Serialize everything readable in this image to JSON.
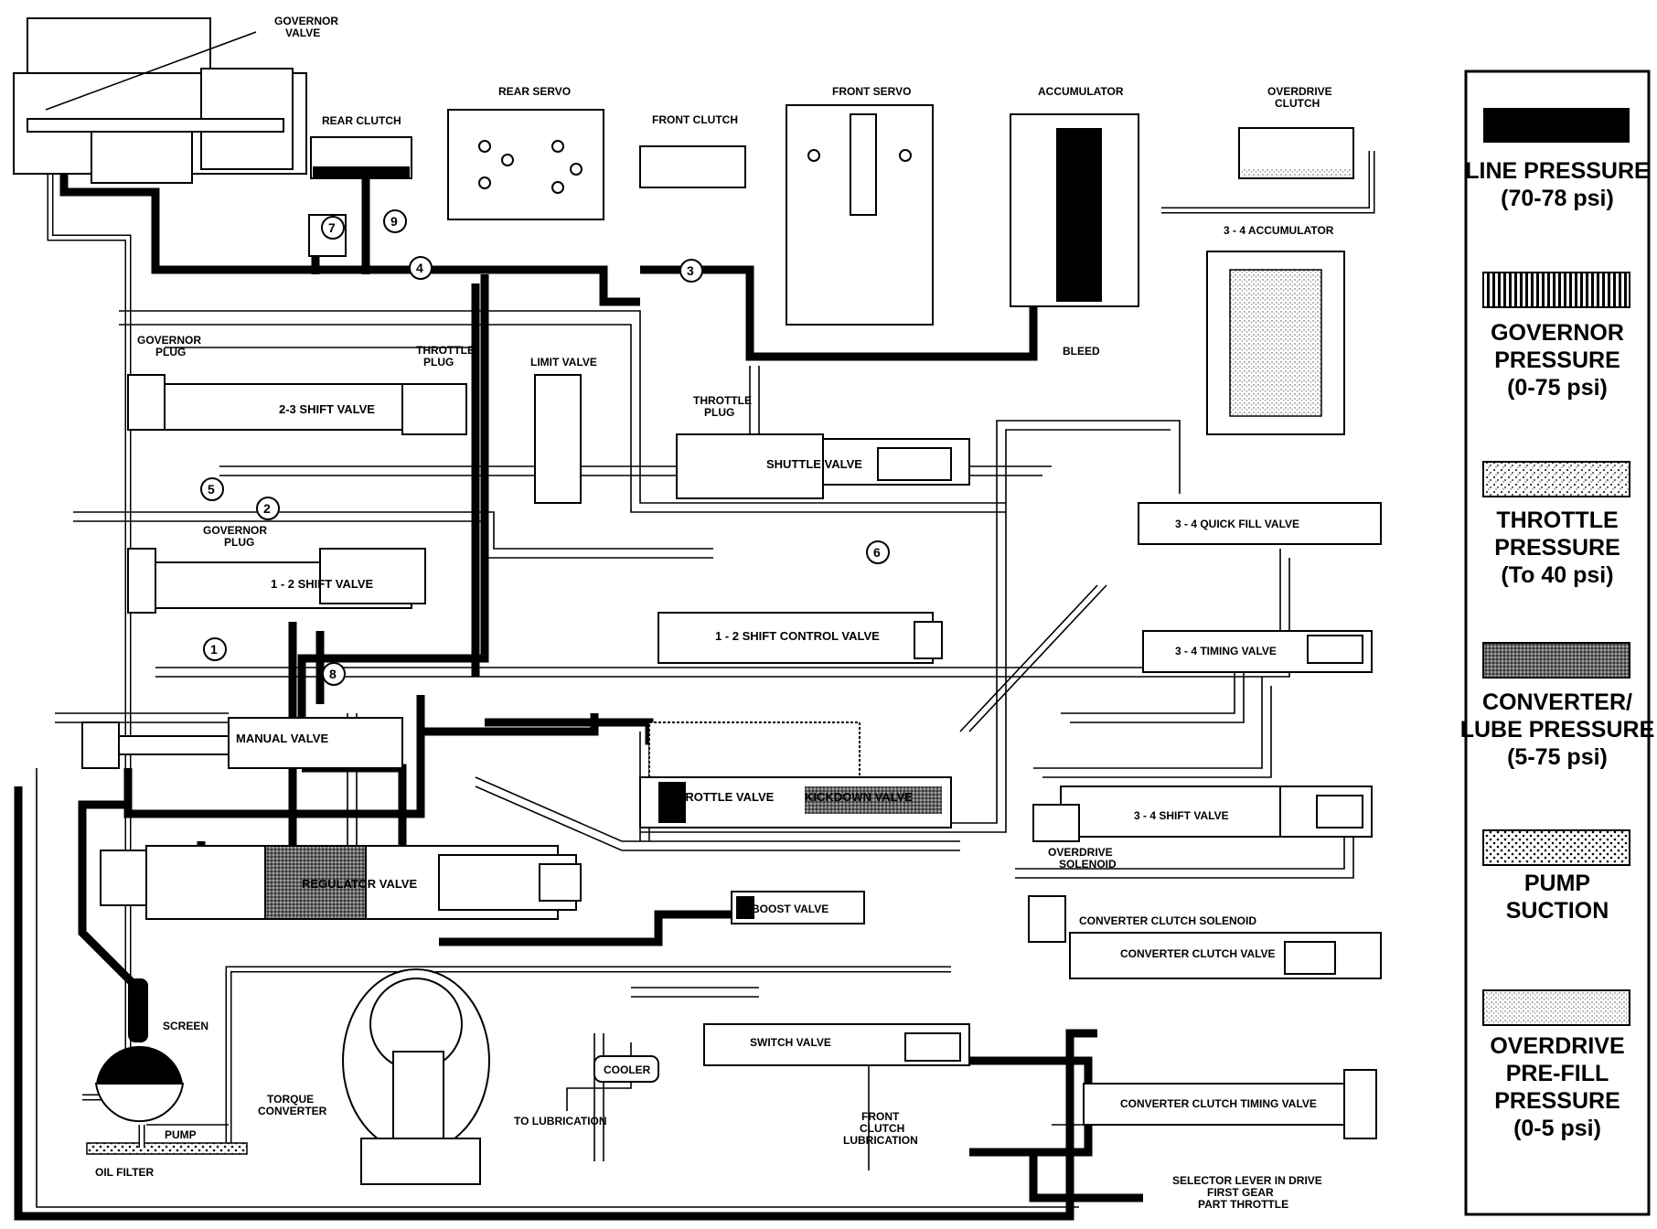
{
  "labels": {
    "governor_valve": [
      "GOVERNOR",
      "VALVE"
    ],
    "rear_clutch": "REAR CLUTCH",
    "rear_servo": "REAR SERVO",
    "front_clutch": "FRONT CLUTCH",
    "front_servo": "FRONT SERVO",
    "accumulator": "ACCUMULATOR",
    "overdrive_clutch": [
      "OVERDRIVE",
      "CLUTCH"
    ],
    "accumulator_34": "3 - 4 ACCUMULATOR",
    "bleed": "BLEED",
    "governor_plug_upper": [
      "GOVERNOR",
      "PLUG"
    ],
    "shift_valve_23": "2-3 SHIFT VALVE",
    "throttle_plug_upper": [
      "THROTTLE",
      "PLUG"
    ],
    "limit_valve": "LIMIT VALVE",
    "throttle_plug_mid": [
      "THROTTLE",
      "PLUG"
    ],
    "shuttle_valve": "SHUTTLE VALVE",
    "quick_fill_34": "3 - 4 QUICK FILL VALVE",
    "governor_plug_lower": [
      "GOVERNOR",
      "PLUG"
    ],
    "shift_valve_12": "1 - 2 SHIFT VALVE",
    "shift_control_12": "1 - 2 SHIFT CONTROL VALVE",
    "timing_valve_34": "3 - 4 TIMING VALVE",
    "manual_valve": "MANUAL VALVE",
    "throttle_valve": "THROTTLE VALVE",
    "kickdown_valve": "KICKDOWN VALVE",
    "shift_valve_34": "3 - 4 SHIFT VALVE",
    "overdrive_solenoid": [
      "OVERDRIVE",
      "SOLENOID"
    ],
    "regulator_valve": "REGULATOR VALVE",
    "boost_valve": "BOOST VALVE",
    "converter_clutch_solenoid": "CONVERTER CLUTCH SOLENOID",
    "converter_clutch_valve": "CONVERTER CLUTCH VALVE",
    "screen": "SCREEN",
    "cooler": "COOLER",
    "switch_valve": "SWITCH VALVE",
    "torque_converter": [
      "TORQUE",
      "CONVERTER"
    ],
    "to_lubrication": "TO LUBRICATION",
    "front_clutch_lubrication": [
      "FRONT",
      "CLUTCH",
      "LUBRICATION"
    ],
    "converter_clutch_timing": "CONVERTER CLUTCH TIMING VALVE",
    "pump": "PUMP",
    "oil_filter": "OIL FILTER",
    "caption": [
      "SELECTOR LEVER IN DRIVE",
      "FIRST GEAR",
      "PART THROTTLE"
    ]
  },
  "circle_numbers": [
    "1",
    "2",
    "3",
    "4",
    "5",
    "6",
    "7",
    "8",
    "9"
  ],
  "legend": [
    {
      "lines": [
        "LINE PRESSURE",
        "(70-78 psi)"
      ],
      "pattern": "solid"
    },
    {
      "lines": [
        "GOVERNOR",
        "PRESSURE",
        "(0-75 psi)"
      ],
      "pattern": "vertical-lines"
    },
    {
      "lines": [
        "THROTTLE",
        "PRESSURE",
        "(To 40 psi)"
      ],
      "pattern": "coarse-stipple"
    },
    {
      "lines": [
        "CONVERTER/",
        "LUBE PRESSURE",
        "(5-75 psi)"
      ],
      "pattern": "dense-stipple"
    },
    {
      "lines": [
        "PUMP",
        "SUCTION"
      ],
      "pattern": "dots"
    },
    {
      "lines": [
        "OVERDRIVE",
        "PRE-FILL",
        "PRESSURE",
        "(0-5 psi)"
      ],
      "pattern": "fine-stipple"
    }
  ]
}
